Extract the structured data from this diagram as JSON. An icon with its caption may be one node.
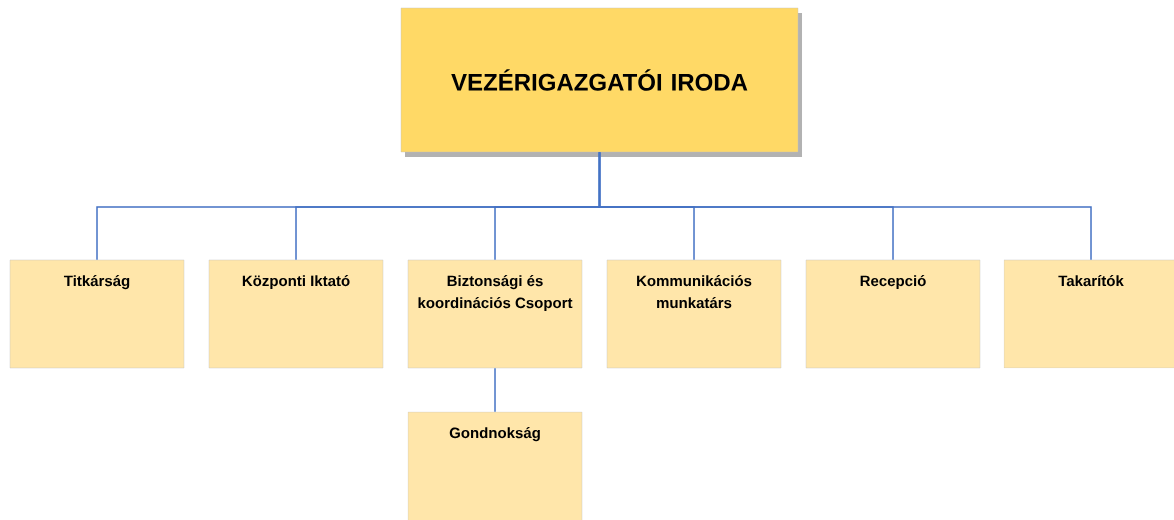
{
  "diagram": {
    "nodes": [
      {
        "text": [
          "VEZÉRIGAZGATÓI IRODA"
        ]
      },
      {
        "text": [
          "Titkárság"
        ]
      },
      {
        "text": [
          "Központi Iktató"
        ]
      },
      {
        "text": [
          "Biztonsági és koordinációs Csoport"
        ]
      },
      {
        "text": [
          "Kommunikációs munkatárs"
        ]
      },
      {
        "text": [
          "Recepció"
        ]
      },
      {
        "text": [
          "Takarítók"
        ]
      },
      {
        "text": [
          "Gondnokság"
        ]
      }
    ],
    "edges": [
      {
        "from": 0,
        "to": 1,
        "arrow": "none"
      },
      {
        "from": 0,
        "to": 2,
        "arrow": "none"
      },
      {
        "from": 0,
        "to": 3,
        "arrow": "none"
      },
      {
        "from": 0,
        "to": 4,
        "arrow": "none"
      },
      {
        "from": 0,
        "to": 5,
        "arrow": "none"
      },
      {
        "from": 0,
        "to": 6,
        "arrow": "none"
      },
      {
        "from": 3,
        "to": 7,
        "arrow": "none"
      }
    ]
  }
}
